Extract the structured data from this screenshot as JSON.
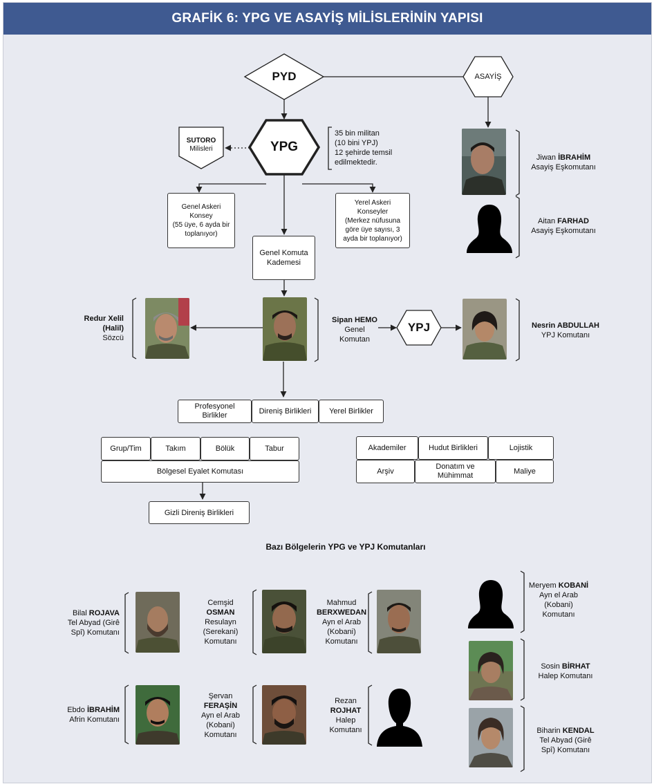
{
  "title": "GRAFİK 6: YPG VE ASAYİŞ MİLİSLERİNİN YAPISI",
  "top": {
    "pyd": "PYD",
    "asayis": "ASAYİŞ",
    "ypg": "YPG",
    "sutoro_bold": "SUTORO",
    "sutoro_rest": "Milisleri",
    "ypg_note": [
      "35 bin militan",
      "(10 bini YPJ)",
      "12 şehirde temsil",
      "edilmektedir."
    ],
    "genel_askeri": [
      "Genel Askeri",
      "Konsey",
      "(55 üye, 6 ayda bir",
      "toplanıyor)"
    ],
    "yerel_askeri": [
      "Yerel Askeri",
      "Konseyler",
      "(Merkez nüfusuna",
      "göre üye sayısı, 3",
      "ayda bir toplanıyor)"
    ],
    "genel_komuta": [
      "Genel Komuta",
      "Kademesi"
    ],
    "ypj": "YPJ"
  },
  "asayis_leaders": [
    {
      "name_first": "Jiwan ",
      "name_bold": "İBRAHİM",
      "role": "Asayiş Eşkomutanı"
    },
    {
      "name_first": "Aitan ",
      "name_bold": "FARHAD",
      "role": "Asayiş Eşkomutanı"
    }
  ],
  "main_people": {
    "redur": [
      "Redur Xelil",
      "(Halil)",
      "Sözcü"
    ],
    "sipan": [
      "Sipan HEMO",
      "Genel",
      "Komutan"
    ],
    "nesrin": [
      "Nesrin ABDULLAH",
      "YPJ Komutanı"
    ]
  },
  "units": [
    "Profesyonel Birlikler",
    "Direniş Birlikleri",
    "Yerel Birlikler"
  ],
  "left_units": {
    "row": [
      "Grup/Tim",
      "Takım",
      "Bölük",
      "Tabur"
    ],
    "regional": "Bölgesel Eyalet Komutası",
    "secret": "Gizli Direniş Birlikleri"
  },
  "right_units": {
    "row1": [
      "Akademiler",
      "Hudut Birlikleri",
      "Lojistik"
    ],
    "row2": [
      "Arşiv",
      "Donatım ve Mühimmat",
      "Maliye"
    ]
  },
  "regional_heading": "Bazı Bölgelerin YPG ve YPJ Komutanları",
  "regional_commanders": [
    {
      "first": "Bilal ",
      "bold": "ROJAVA",
      "lines": [
        "Tel Abyad (Girê",
        "Spî) Komutanı"
      ]
    },
    {
      "first": "Cemşid",
      "bold": "OSMAN",
      "lines": [
        "Resulayn",
        "(Serekani)",
        "Komutanı"
      ]
    },
    {
      "first": "Mahmud",
      "bold": "BERXWEDAN",
      "lines": [
        "Ayn el Arab",
        "(Kobani)",
        "Komutanı"
      ]
    },
    {
      "first": "Ebdo ",
      "bold": "İBRAHİM",
      "lines": [
        "Afrin Komutanı"
      ]
    },
    {
      "first": "Şervan",
      "bold": "FERAŞİN",
      "lines": [
        "Ayn el Arab",
        "(Kobani)",
        "Komutanı"
      ]
    },
    {
      "first": "Rezan",
      "bold": "ROJHAT",
      "lines": [
        "Halep",
        "Komutanı"
      ]
    },
    {
      "first": "Meryem ",
      "bold": "KOBANİ",
      "lines": [
        "Ayn el Arab",
        "(Kobani)",
        "Komutanı"
      ]
    },
    {
      "first": "Sosin ",
      "bold": "BİRHAT",
      "lines": [
        "Halep Komutanı"
      ]
    },
    {
      "first": "Biharin ",
      "bold": "KENDAL",
      "lines": [
        "Tel Abyad (Girê",
        "Spî) Komutanı"
      ]
    }
  ]
}
